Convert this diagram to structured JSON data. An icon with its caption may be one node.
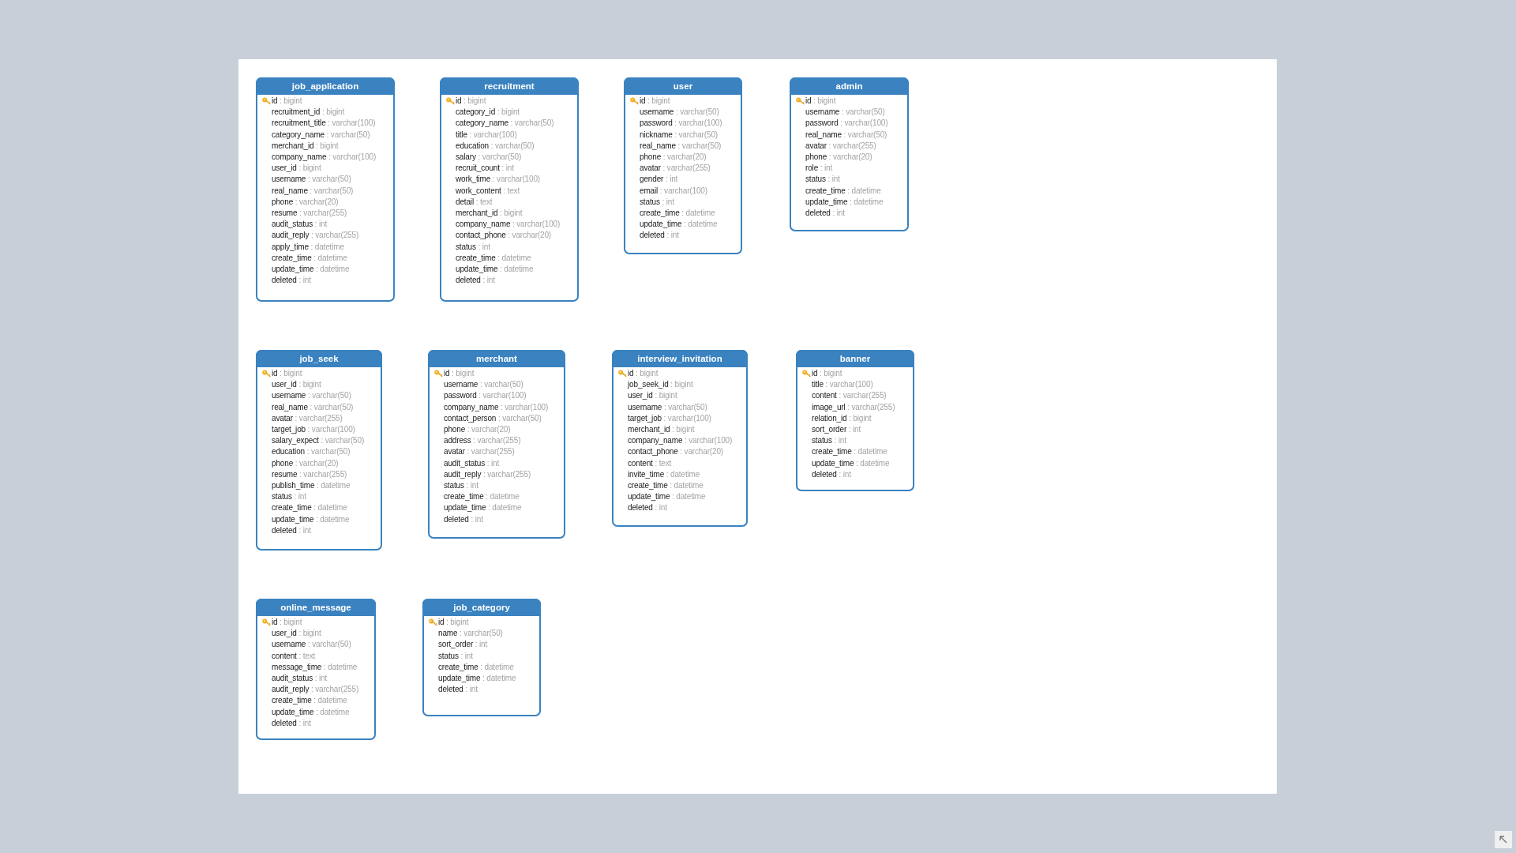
{
  "diagram": {
    "nodes": [
      {
        "text": [
          "job_application",
          "id : bigint",
          "recruitment_id : bigint",
          "recruitment_title : varchar(100)",
          "category_name : varchar(50)",
          "merchant_id : bigint",
          "company_name : varchar(100)",
          "user_id : bigint",
          "username : varchar(50)",
          "real_name : varchar(50)",
          "phone : varchar(20)",
          "resume : varchar(255)",
          "audit_status : int",
          "audit_reply : varchar(255)",
          "apply_time : datetime",
          "create_time : datetime",
          "update_time : datetime",
          "deleted : int"
        ]
      },
      {
        "text": [
          "recruitment",
          "id : bigint",
          "category_id : bigint",
          "category_name : varchar(50)",
          "title : varchar(100)",
          "education : varchar(50)",
          "salary : varchar(50)",
          "recruit_count : int",
          "work_time : varchar(100)",
          "work_content : text",
          "detail : text",
          "merchant_id : bigint",
          "company_name : varchar(100)",
          "contact_phone : varchar(20)",
          "status : int",
          "create_time : datetime",
          "update_time : datetime",
          "deleted : int"
        ]
      },
      {
        "text": [
          "user",
          "id : bigint",
          "username : varchar(50)",
          "password : varchar(100)",
          "nickname : varchar(50)",
          "real_name : varchar(50)",
          "phone : varchar(20)",
          "avatar : varchar(255)",
          "gender : int",
          "email : varchar(100)",
          "status : int",
          "create_time : datetime",
          "update_time : datetime",
          "deleted : int"
        ]
      },
      {
        "text": [
          "admin",
          "id : bigint",
          "username : varchar(50)",
          "password : varchar(100)",
          "real_name : varchar(50)",
          "avatar : varchar(255)",
          "phone : varchar(20)",
          "role : int",
          "status : int",
          "create_time : datetime",
          "update_time : datetime",
          "deleted : int"
        ]
      },
      {
        "text": [
          "job_seek",
          "id : bigint",
          "user_id : bigint",
          "username : varchar(50)",
          "real_name : varchar(50)",
          "avatar : varchar(255)",
          "target_job : varchar(100)",
          "salary_expect : varchar(50)",
          "education : varchar(50)",
          "phone : varchar(20)",
          "resume : varchar(255)",
          "publish_time : datetime",
          "status : int",
          "create_time : datetime",
          "update_time : datetime",
          "deleted : int"
        ]
      },
      {
        "text": [
          "merchant",
          "id : bigint",
          "username : varchar(50)",
          "password : varchar(100)",
          "company_name : varchar(100)",
          "contact_person : varchar(50)",
          "phone : varchar(20)",
          "address : varchar(255)",
          "avatar : varchar(255)",
          "audit_status : int",
          "audit_reply : varchar(255)",
          "status : int",
          "create_time : datetime",
          "update_time : datetime",
          "deleted : int"
        ]
      },
      {
        "text": [
          "interview_invitation",
          "id : bigint",
          "job_seek_id : bigint",
          "user_id : bigint",
          "username : varchar(50)",
          "target_job : varchar(100)",
          "merchant_id : bigint",
          "company_name : varchar(100)",
          "contact_phone : varchar(20)",
          "content : text",
          "invite_time : datetime",
          "create_time : datetime",
          "update_time : datetime",
          "deleted : int"
        ]
      },
      {
        "text": [
          "banner",
          "id : bigint",
          "title : varchar(100)",
          "content : varchar(255)",
          "image_url : varchar(255)",
          "relation_id : bigint",
          "sort_order : int",
          "status : int",
          "create_time : datetime",
          "update_time : datetime",
          "deleted : int"
        ]
      },
      {
        "text": [
          "online_message",
          "id : bigint",
          "user_id : bigint",
          "username : varchar(50)",
          "content : text",
          "message_time : datetime",
          "audit_status : int",
          "audit_reply : varchar(255)",
          "create_time : datetime",
          "update_time : datetime",
          "deleted : int"
        ]
      },
      {
        "text": [
          "job_category",
          "id : bigint",
          "name : varchar(50)",
          "sort_order : int",
          "status : int",
          "create_time : datetime",
          "update_time : datetime",
          "deleted : int"
        ]
      }
    ]
  }
}
